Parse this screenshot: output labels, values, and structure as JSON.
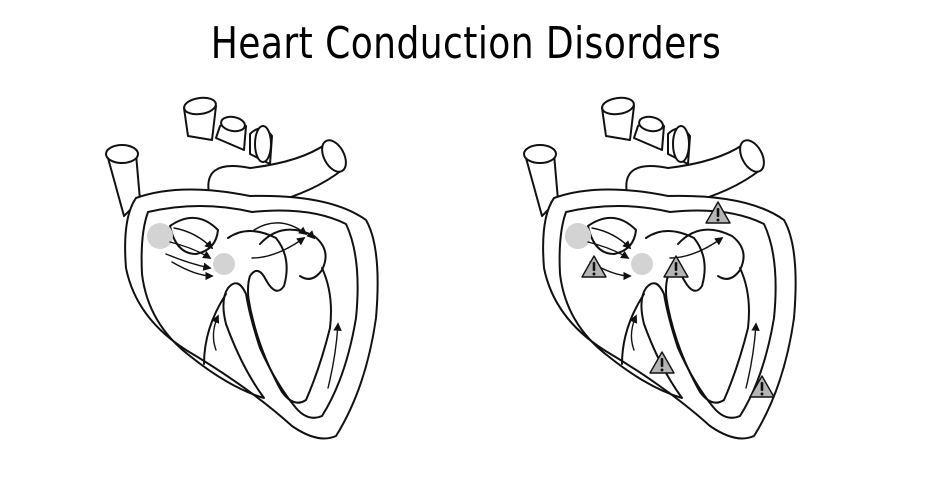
{
  "title": "Heart Conduction Disorders",
  "colors": {
    "line": "#111111",
    "node_fill": "#d3d3d3",
    "warning_fill": "#b5b5b5",
    "background": "#ffffff"
  },
  "diagrams": [
    {
      "name": "normal-conduction-heart",
      "icons": [
        "sa-node",
        "av-node",
        "conduction-arrow"
      ]
    },
    {
      "name": "disordered-conduction-heart",
      "icons": [
        "sa-node",
        "av-node",
        "conduction-arrow",
        "warning-icon"
      ]
    }
  ]
}
